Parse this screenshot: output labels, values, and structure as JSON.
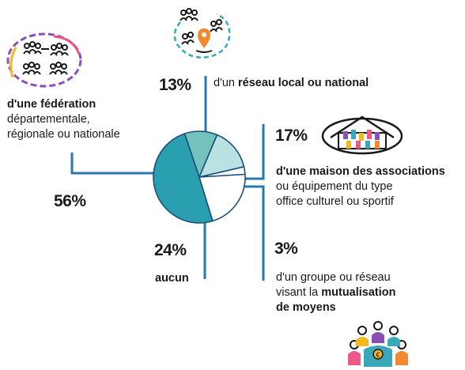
{
  "colors": {
    "line": "#2878a8",
    "slice_dark": "#2a9fb0",
    "slice_mid": "#73c2bd",
    "slice_light": "#b9e2e3",
    "slice_white": "#ffffff",
    "outline": "#1e4f7a",
    "accent_orange": "#f08a30",
    "accent_purple": "#8a4fb5",
    "accent_yellow": "#f3b71f",
    "accent_pink": "#e95a8a",
    "accent_teal": "#3aa8b8"
  },
  "icons": {
    "federation": "people-network-icon",
    "network": "people-map-icon",
    "house": "house-associations-icon",
    "mutual": "crowd-icon"
  },
  "chart_data": {
    "type": "pie",
    "categories": [
      "d'une fédération départementale, régionale ou nationale",
      "d'un réseau local ou national",
      "d'une maison des associations ou équipement du type office culturel ou sportif",
      "d'un groupe ou réseau visant la mutualisation de moyens",
      "aucun"
    ],
    "values": [
      56,
      13,
      17,
      3,
      24
    ],
    "labels": [
      "56%",
      "13%",
      "17%",
      "3%",
      "24%"
    ]
  },
  "federation": {
    "bold": "d'une fédération",
    "line1": "départementale,",
    "line2": "régionale ou nationale"
  },
  "reseau": {
    "prefix": "d'un ",
    "bold": "réseau local ou national"
  },
  "maison": {
    "bold": "d'une maison des associations",
    "line1": "ou équipement du type",
    "line2": "office culturel ou sportif"
  },
  "groupe": {
    "line1": "d'un groupe ou réseau",
    "line2_prefix": "visant la ",
    "line2_bold": "mutualisation",
    "line3_bold": "de moyens"
  },
  "aucun": {
    "label": "aucun"
  }
}
